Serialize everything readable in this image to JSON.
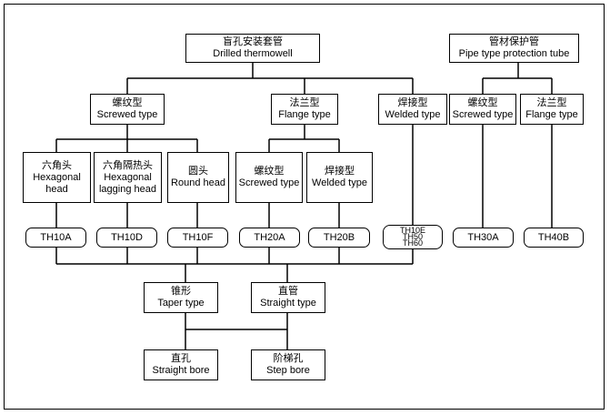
{
  "root": {
    "zh": "盲孔安装套管",
    "en": "Drilled thermowell"
  },
  "pipe": {
    "zh": "管材保护管",
    "en": "Pipe type protection tube"
  },
  "screwed": {
    "zh": "螺纹型",
    "en": "Screwed type"
  },
  "flange": {
    "zh": "法兰型",
    "en": "Flange type"
  },
  "welded": {
    "zh": "焊接型",
    "en": "Welded type"
  },
  "pipe_screwed": {
    "zh": "螺纹型",
    "en": "Screwed type"
  },
  "pipe_flange": {
    "zh": "法兰型",
    "en": "Flange type"
  },
  "hex": {
    "zh": "六角头",
    "en1": "Hexagonal",
    "en2": "head"
  },
  "hex_lag": {
    "zh": "六角隔热头",
    "en1": "Hexagonal",
    "en2": "lagging head"
  },
  "round": {
    "zh": "圆头",
    "en": "Round head"
  },
  "fl_screwed": {
    "zh": "螺纹型",
    "en": "Screwed type"
  },
  "fl_welded": {
    "zh": "焊接型",
    "en": "Welded type"
  },
  "models": {
    "th10a": "TH10A",
    "th10d": "TH10D",
    "th10f": "TH10F",
    "th20a": "TH20A",
    "th20b": "TH20B",
    "th10e": "TH10E",
    "th50": "TH50",
    "th60": "TH60",
    "th30a": "TH30A",
    "th40b": "TH40B"
  },
  "taper": {
    "zh": "锥形",
    "en": "Taper type"
  },
  "straight": {
    "zh": "直管",
    "en": "Straight type"
  },
  "sbore": {
    "zh": "直孔",
    "en": "Straight bore"
  },
  "step": {
    "zh": "阶梯孔",
    "en": "Step bore"
  }
}
